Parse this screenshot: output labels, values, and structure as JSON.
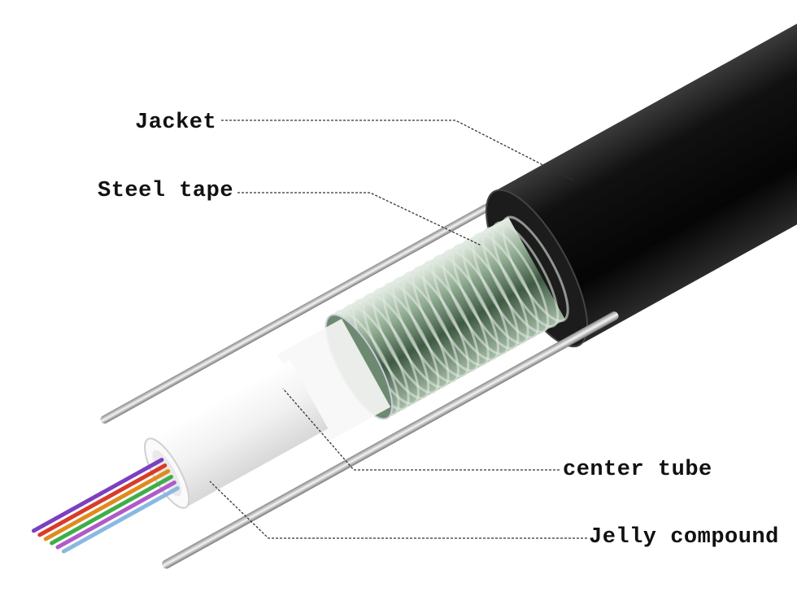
{
  "labels": {
    "jacket": "Jacket",
    "steel_tape": "Steel tape",
    "center_tube": "center tube",
    "jelly_compound": "Jelly compound"
  },
  "colors": {
    "jacket": "#111111",
    "steel_tape": "#7f9a80",
    "center_tube": "#f4f4f4",
    "fibers": [
      "#7b3fbf",
      "#d93b2a",
      "#e08a1e",
      "#3fae49",
      "#b05ac8",
      "#8ab8e0"
    ]
  }
}
